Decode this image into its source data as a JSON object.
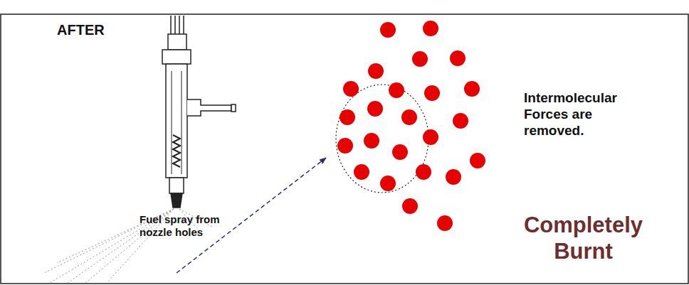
{
  "diagram": {
    "labels": [
      "AFTER",
      "Fuel spray from nozzle holes",
      "Intermolecular Forces are removed.",
      "Completely Burnt"
    ]
  }
}
